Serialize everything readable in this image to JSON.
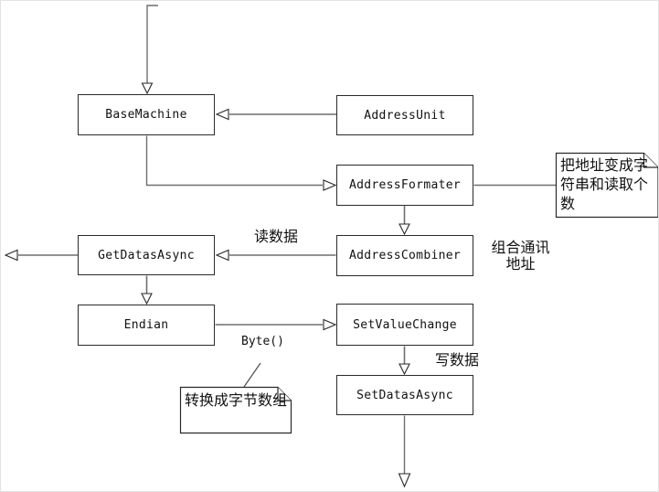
{
  "diagram": {
    "nodes": [
      {
        "id": "base-machine",
        "label": "BaseMachine"
      },
      {
        "id": "address-unit",
        "label": "AddressUnit"
      },
      {
        "id": "address-formater",
        "label": "AddressFormater"
      },
      {
        "id": "get-datas-async",
        "label": "GetDatasAsync"
      },
      {
        "id": "address-combiner",
        "label": "AddressCombiner"
      },
      {
        "id": "endian",
        "label": "Endian"
      },
      {
        "id": "set-value-change",
        "label": "SetValueChange"
      },
      {
        "id": "set-datas-async",
        "label": "SetDatasAsync"
      }
    ],
    "notes": {
      "address_note": "把地址变成字符串和读取个数",
      "byte_note": "转换成字节数组"
    },
    "edge_labels": {
      "read_data": "读数据",
      "combine_address": "组合通讯地址",
      "byte_call": "Byte()",
      "write_data": "写数据"
    },
    "colors": {
      "background": "#ffffff",
      "line": "#6f6f6f",
      "border": "#2a2a2a",
      "arrowhead_fill": "#ffffff"
    }
  }
}
